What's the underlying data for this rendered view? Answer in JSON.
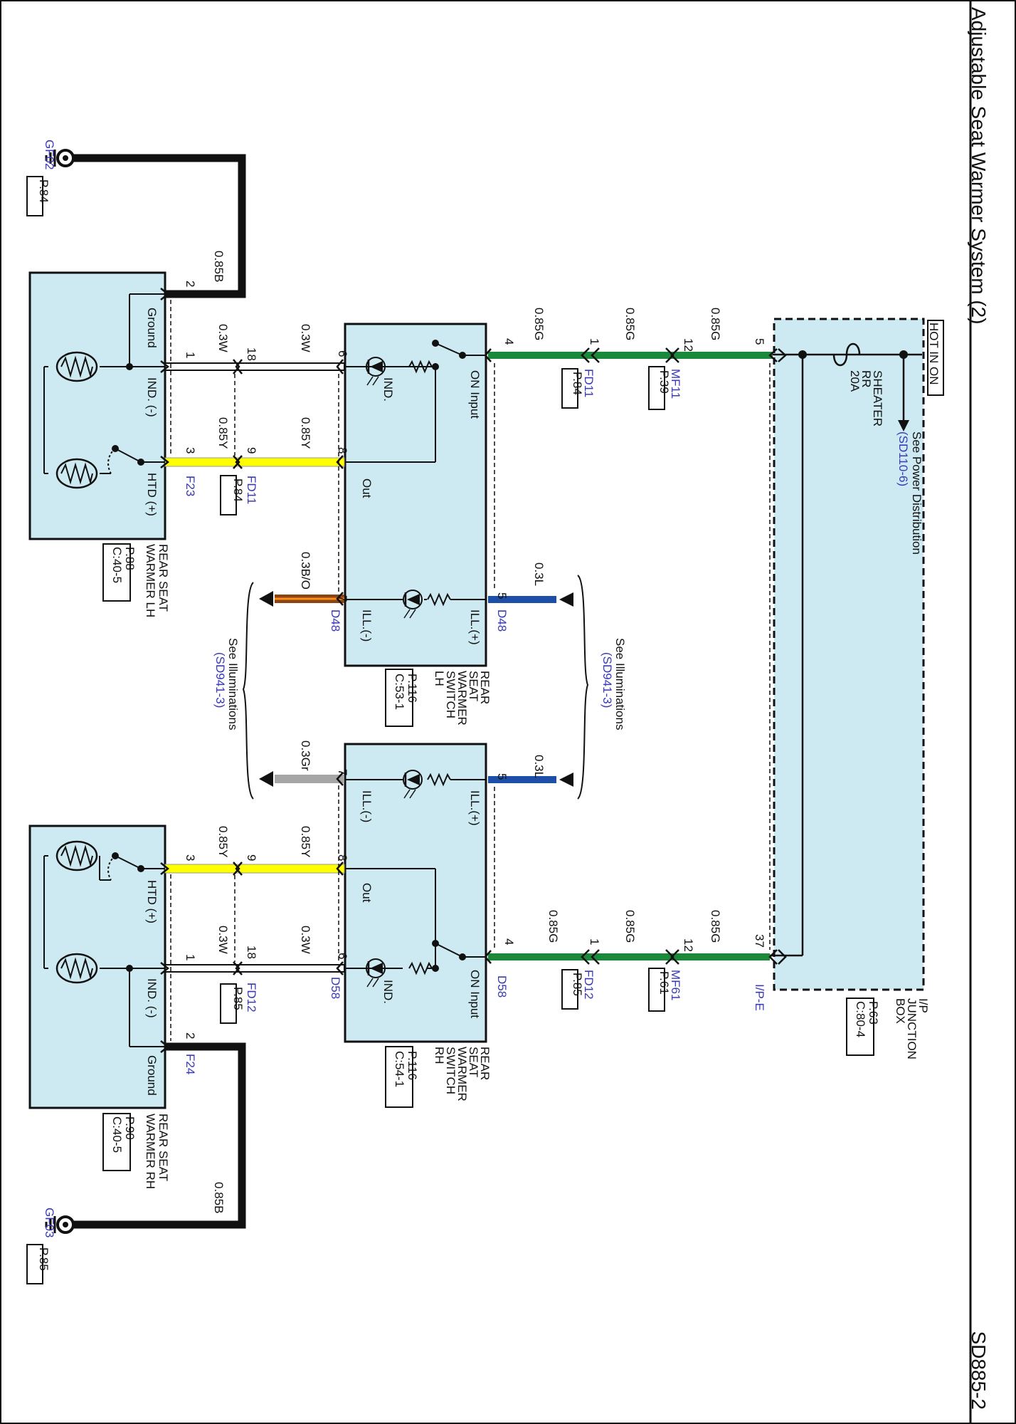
{
  "header": {
    "title": "Adjustable Seat Warmer System (2)",
    "page_code": "SD885-2"
  },
  "power": {
    "supply_label": "HOT IN ON",
    "see_label": "See Power Distribution",
    "see_ref": "(SD110-6)",
    "fuse_name": "SHEATER",
    "fuse_pos": "RR",
    "fuse_amp": "20A"
  },
  "junction": {
    "line1": "I/P",
    "line2": "JUNCTION",
    "line3": "BOX",
    "page": "P.63",
    "conn": "C:80-4",
    "pin_top": "5",
    "pin_bottom": "37",
    "conn_bottom": "I/P-E"
  },
  "connectors": {
    "mf11": "MF11",
    "mf11_page": "P.39",
    "mf61": "MF61",
    "mf61_page": "P.61",
    "fd11": "FD11",
    "fd11_page": "P.84",
    "fd12": "FD12",
    "fd12_page": "P.85",
    "d48": "D48",
    "d58": "D58",
    "f23": "F23",
    "f24": "F24",
    "gf02": "GF02",
    "gf02_page": "P.84",
    "gf03": "GF03",
    "gf03_page": "P.85"
  },
  "wires": {
    "g": "0.85G",
    "w": "0.3W",
    "y": "0.85Y",
    "b": "0.85B",
    "l": "0.3L",
    "bo": "0.3B/O",
    "gr": "0.3Gr"
  },
  "pins": {
    "p1": "1",
    "p2": "2",
    "p3": "3",
    "p4": "4",
    "p5": "5",
    "p6": "6",
    "p7": "7",
    "p8": "8",
    "p9": "9",
    "p12": "12",
    "p18": "18"
  },
  "switch_lh": {
    "l1": "REAR",
    "l2": "SEAT",
    "l3": "WARMER",
    "l4": "SWITCH",
    "l5": "LH",
    "page": "P.116",
    "conn": "C:53-1",
    "on_input": "ON Input",
    "ind": "IND.",
    "out": "Out",
    "ill_plus": "ILL.(+)",
    "ill_minus": "ILL.(-)"
  },
  "switch_rh": {
    "l1": "REAR",
    "l2": "SEAT",
    "l3": "WARMER",
    "l4": "SWITCH",
    "l5": "RH",
    "page": "P.116",
    "conn": "C:54-1",
    "on_input": "ON Input",
    "ind": "IND.",
    "out": "Out",
    "ill_plus": "ILL.(+)",
    "ill_minus": "ILL.(-)"
  },
  "warmer_lh": {
    "l1": "REAR SEAT",
    "l2": "WARMER LH",
    "page": "P.88",
    "conn": "C:40-5",
    "ground": "Ground",
    "ind": "IND. (-)",
    "htd": "HTD (+)"
  },
  "warmer_rh": {
    "l1": "REAR SEAT",
    "l2": "WARMER RH",
    "page": "P.90",
    "conn": "C:40-5",
    "ground": "Ground",
    "ind": "IND. (-)",
    "htd": "HTD (+)"
  },
  "illum": {
    "see": "See Illuminations",
    "ref": "(SD941-3)"
  },
  "colors": {
    "green": "#1a8a3a",
    "blue": "#1d4fa8",
    "yellow": "#ffff00",
    "gray": "#a6a6a6",
    "brown": "#8b4513",
    "orange": "#ff8c1a",
    "box": "#cde9f1",
    "ref": "#3a3ab4"
  }
}
